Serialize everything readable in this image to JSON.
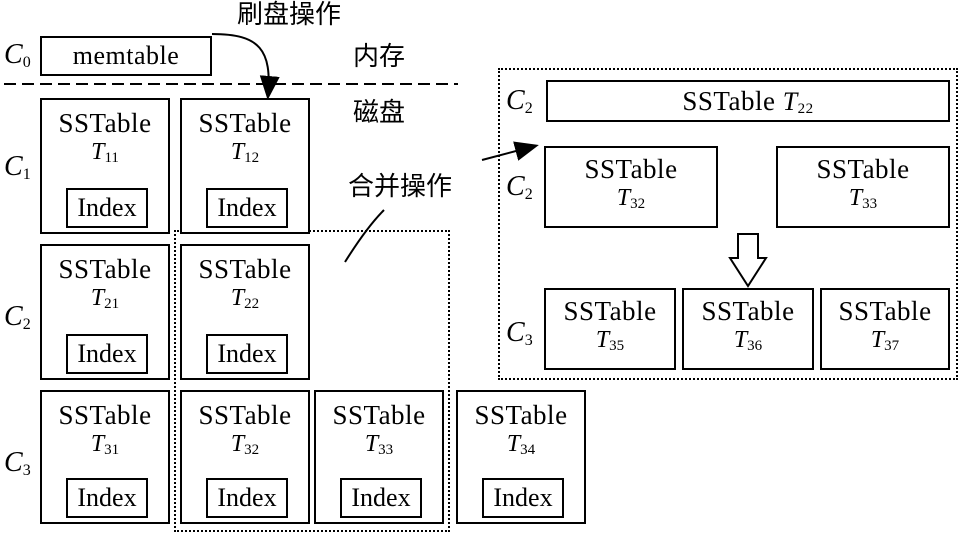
{
  "labels": {
    "flush": "刷盘操作",
    "memory": "内存",
    "disk": "磁盘",
    "merge": "合并操作",
    "memtable": "memtable",
    "sstable": "SSTable",
    "index": "Index",
    "T": "T",
    "C": "C"
  },
  "levels": {
    "c0": "0",
    "c1": "1",
    "c2": "2",
    "c3": "3",
    "r_c2a": "2",
    "r_c2b": "2",
    "r_c3": "3"
  },
  "tables": {
    "t11": "11",
    "t12": "12",
    "t21": "21",
    "t22": "22",
    "t31": "31",
    "t32": "32",
    "t33": "33",
    "t34": "34",
    "r22": "22",
    "r32": "32",
    "r33": "33",
    "r35": "35",
    "r36": "36",
    "r37": "37"
  },
  "right_top": {
    "text": "SSTable T"
  }
}
